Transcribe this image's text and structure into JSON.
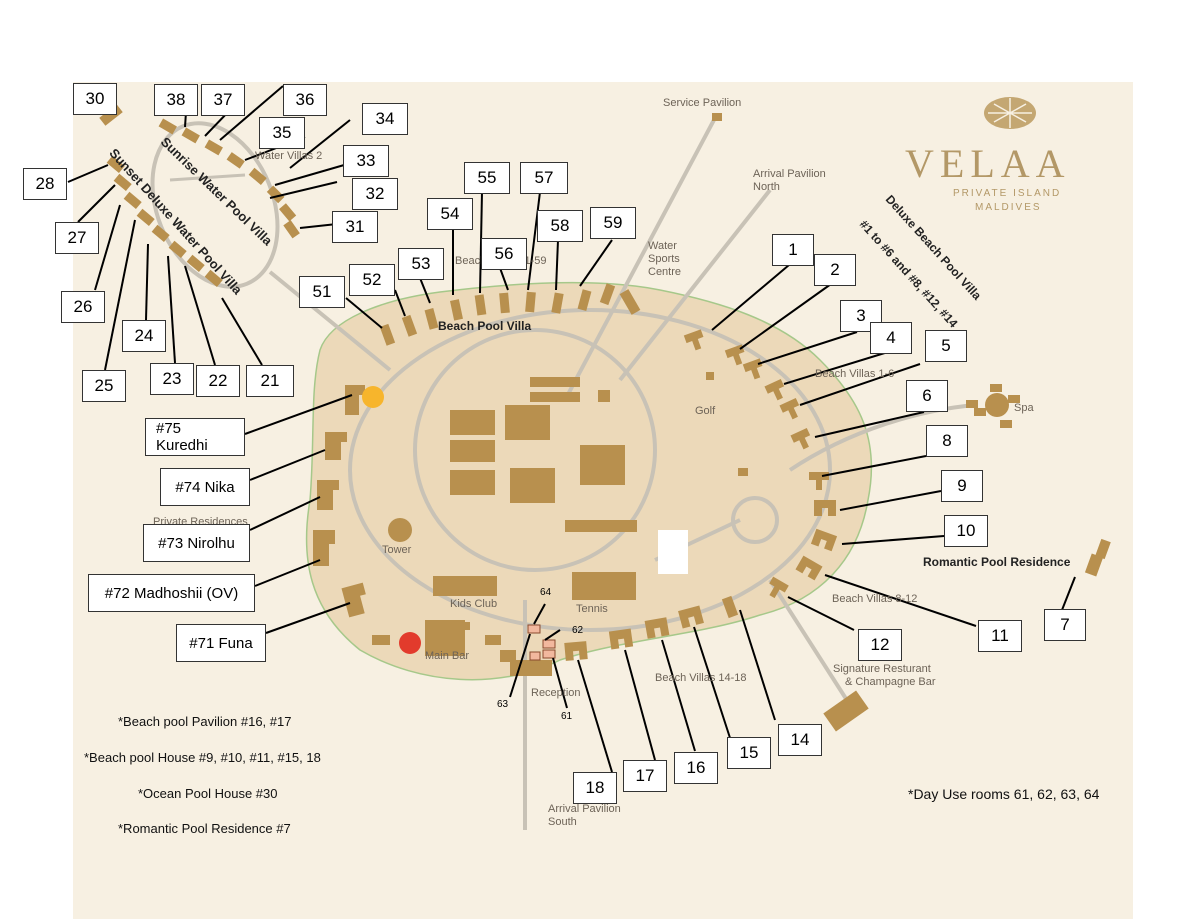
{
  "brand": {
    "name": "VELAA",
    "tagline_line1": "PRIVATE ISLAND",
    "tagline_line2": "MALDIVES",
    "color": "#b39867"
  },
  "colors": {
    "island": "#ecd9b9",
    "sea_panel": "#f7f0e2",
    "building": "#b8904e",
    "path": "#c8c2b6",
    "shore": "#a6c88a",
    "yellow_marker": "#f7b52c",
    "red_marker": "#e23b2c",
    "dayuse": "#f2b89e"
  },
  "map_labels": {
    "service_pavilion": "Service Pavilion",
    "arrival_north_1": "Arrival Pavilion",
    "arrival_north_2": "North",
    "water_sports_1": "Water",
    "water_sports_2": "Sports",
    "water_sports_3": "Centre",
    "golf": "Golf",
    "spa": "Spa",
    "beach_villas_1_6": "Beach Villas 1-6",
    "beach_villas_8_12": "Beach Villas 8-12",
    "beach_villas_14_18": "Beach Villas 14-18",
    "beach_villas_51_59": "Beach Villas 51-59",
    "water_villas": "Water Villas 2",
    "signature_1": "Signature Resturant",
    "signature_2": "& Champagne Bar",
    "tower": "Tower",
    "kids_club": "Kids Club",
    "tennis": "Tennis",
    "main_bar": "Main Bar",
    "reception": "Reception",
    "arrival_south_1": "Arrival Pavilion",
    "arrival_south_2": "South",
    "private_residences": "Private Residences"
  },
  "overlay_text": {
    "beach_pool_villa": "Beach Pool Villa",
    "sunrise_water_pool_villa": "Sunrise Water Pool Villa",
    "sunset_deluxe_water_pool_villa": "Sunset Deluxe Water Pool Villa",
    "deluxe_beach_pool_villa": "Deluxe Beach Pool Villa",
    "deluxe_beach_pool_villa_nums": "#1 to #6 and #8, #12, #14",
    "romantic_pool_residence": "Romantic Pool Residence"
  },
  "number_boxes": {
    "b1": "1",
    "b2": "2",
    "b3": "3",
    "b4": "4",
    "b5": "5",
    "b6": "6",
    "b7": "7",
    "b8": "8",
    "b9": "9",
    "b10": "10",
    "b11": "11",
    "b12": "12",
    "b14": "14",
    "b15": "15",
    "b16": "16",
    "b17": "17",
    "b18": "18",
    "b21": "21",
    "b22": "22",
    "b23": "23",
    "b24": "24",
    "b25": "25",
    "b26": "26",
    "b27": "27",
    "b28": "28",
    "b30": "30",
    "b31": "31",
    "b32": "32",
    "b33": "33",
    "b34": "34",
    "b35": "35",
    "b36": "36",
    "b37": "37",
    "b38": "38",
    "b51": "51",
    "b52": "52",
    "b53": "53",
    "b54": "54",
    "b55": "55",
    "b56": "56",
    "b57": "57",
    "b58": "58",
    "b59": "59"
  },
  "day_use_labels": {
    "d61": "61",
    "d62": "62",
    "d63": "63",
    "d64": "64"
  },
  "residences": {
    "r75": "#75 Kuredhi",
    "r74": "#74 Nika",
    "r73": "#73 Nirolhu",
    "r72": "#72 Madhoshii (OV)",
    "r71": "#71 Funa"
  },
  "notes": {
    "n1": "*Beach pool Pavilion #16, #17",
    "n2": "*Beach pool House #9, #10, #11, #15, 18",
    "n3": "*Ocean Pool House #30",
    "n4": "*Romantic Pool Residence #7",
    "day_use": "*Day Use rooms 61, 62, 63, 64"
  }
}
